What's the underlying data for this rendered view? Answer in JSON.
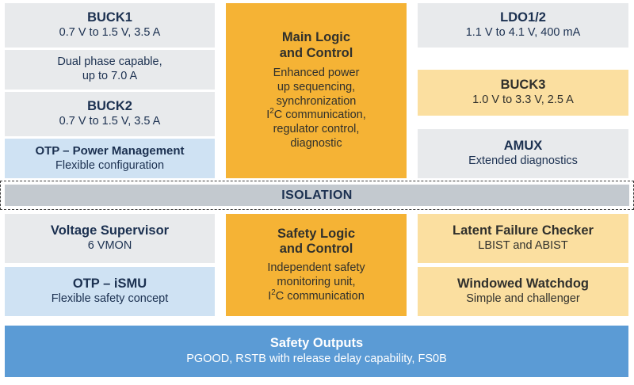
{
  "colors": {
    "grey": "#e8eaec",
    "orange": "#f5b335",
    "light_orange": "#fbdfa0",
    "light_blue": "#cfe2f3",
    "medium_blue": "#5b9bd5",
    "isolation_bar": "#c3c9cf",
    "text_dark_blue": "#1b3050"
  },
  "blocks": {
    "buck1": {
      "title": "BUCK1",
      "sub": "0.7 V to 1.5 V, 3.5 A"
    },
    "dual_phase": {
      "line1": "Dual phase capable,",
      "line2": "up to 7.0 A"
    },
    "buck2": {
      "title": "BUCK2",
      "sub": "0.7 V to 1.5 V, 3.5 A"
    },
    "otp_power_management": {
      "title": "OTP – Power Management",
      "sub": "Flexible configuration"
    },
    "main_logic": {
      "title_line1": "Main Logic",
      "title_line2": "and Control",
      "sub_line1": "Enhanced power",
      "sub_line2": "up sequencing,",
      "sub_line3": "synchronization",
      "sub_line4_pre": "I",
      "sub_line4_sup": "2",
      "sub_line4_post": "C communication,",
      "sub_line5": "regulator control,",
      "sub_line6": "diagnostic"
    },
    "ldo": {
      "title": "LDO1/2",
      "sub": "1.1 V to 4.1 V, 400 mA"
    },
    "buck3": {
      "title": "BUCK3",
      "sub": "1.0 V to 3.3 V, 2.5 A"
    },
    "amux": {
      "title": "AMUX",
      "sub": "Extended diagnostics"
    },
    "isolation": {
      "label": "ISOLATION"
    },
    "voltage_supervisor": {
      "title": "Voltage Supervisor",
      "sub": "6 VMON"
    },
    "otp_ismu": {
      "title": "OTP – iSMU",
      "sub": "Flexible safety concept"
    },
    "safety_logic": {
      "title_line1": "Safety Logic",
      "title_line2": "and Control",
      "sub_line1": "Independent safety",
      "sub_line2": "monitoring unit,",
      "sub_line3_pre": "I",
      "sub_line3_sup": "2",
      "sub_line3_post": "C communication"
    },
    "latent_failure_checker": {
      "title": "Latent Failure Checker",
      "sub": "LBIST and ABIST"
    },
    "windowed_watchdog": {
      "title": "Windowed Watchdog",
      "sub": "Simple and challenger"
    },
    "safety_outputs": {
      "title": "Safety Outputs",
      "sub": "PGOOD, RSTB with release delay capability, FS0B"
    }
  }
}
